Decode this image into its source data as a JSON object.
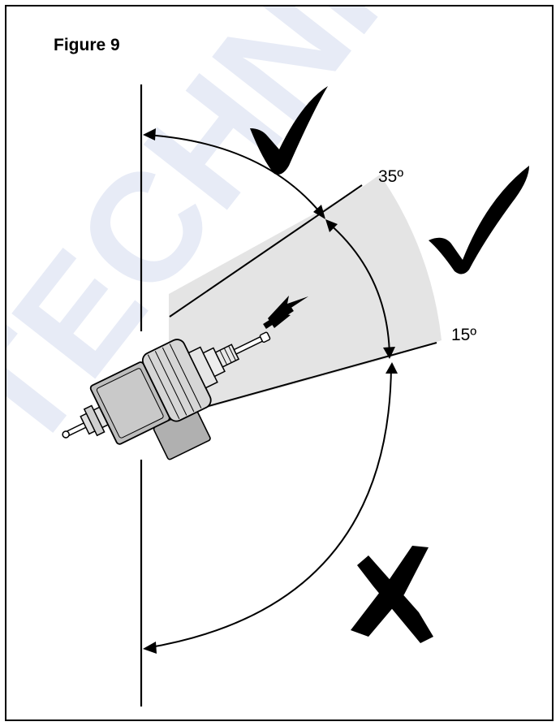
{
  "figure": {
    "title": "Figure 9"
  },
  "angles": {
    "upper": "35º",
    "lower": "15º"
  },
  "watermark": {
    "text": "TECHNI",
    "color": "#c9d3e8"
  },
  "colors": {
    "outline": "#000000",
    "zone_fill": "#e4e4e4",
    "actuator_fill": "#bdbdbd",
    "actuator_body": "#d4d4d4"
  },
  "marks": {
    "upper_check": "check-icon",
    "zone_check": "check-icon",
    "lower_cross": "cross-icon",
    "direction_arrow": "arrow-icon"
  }
}
